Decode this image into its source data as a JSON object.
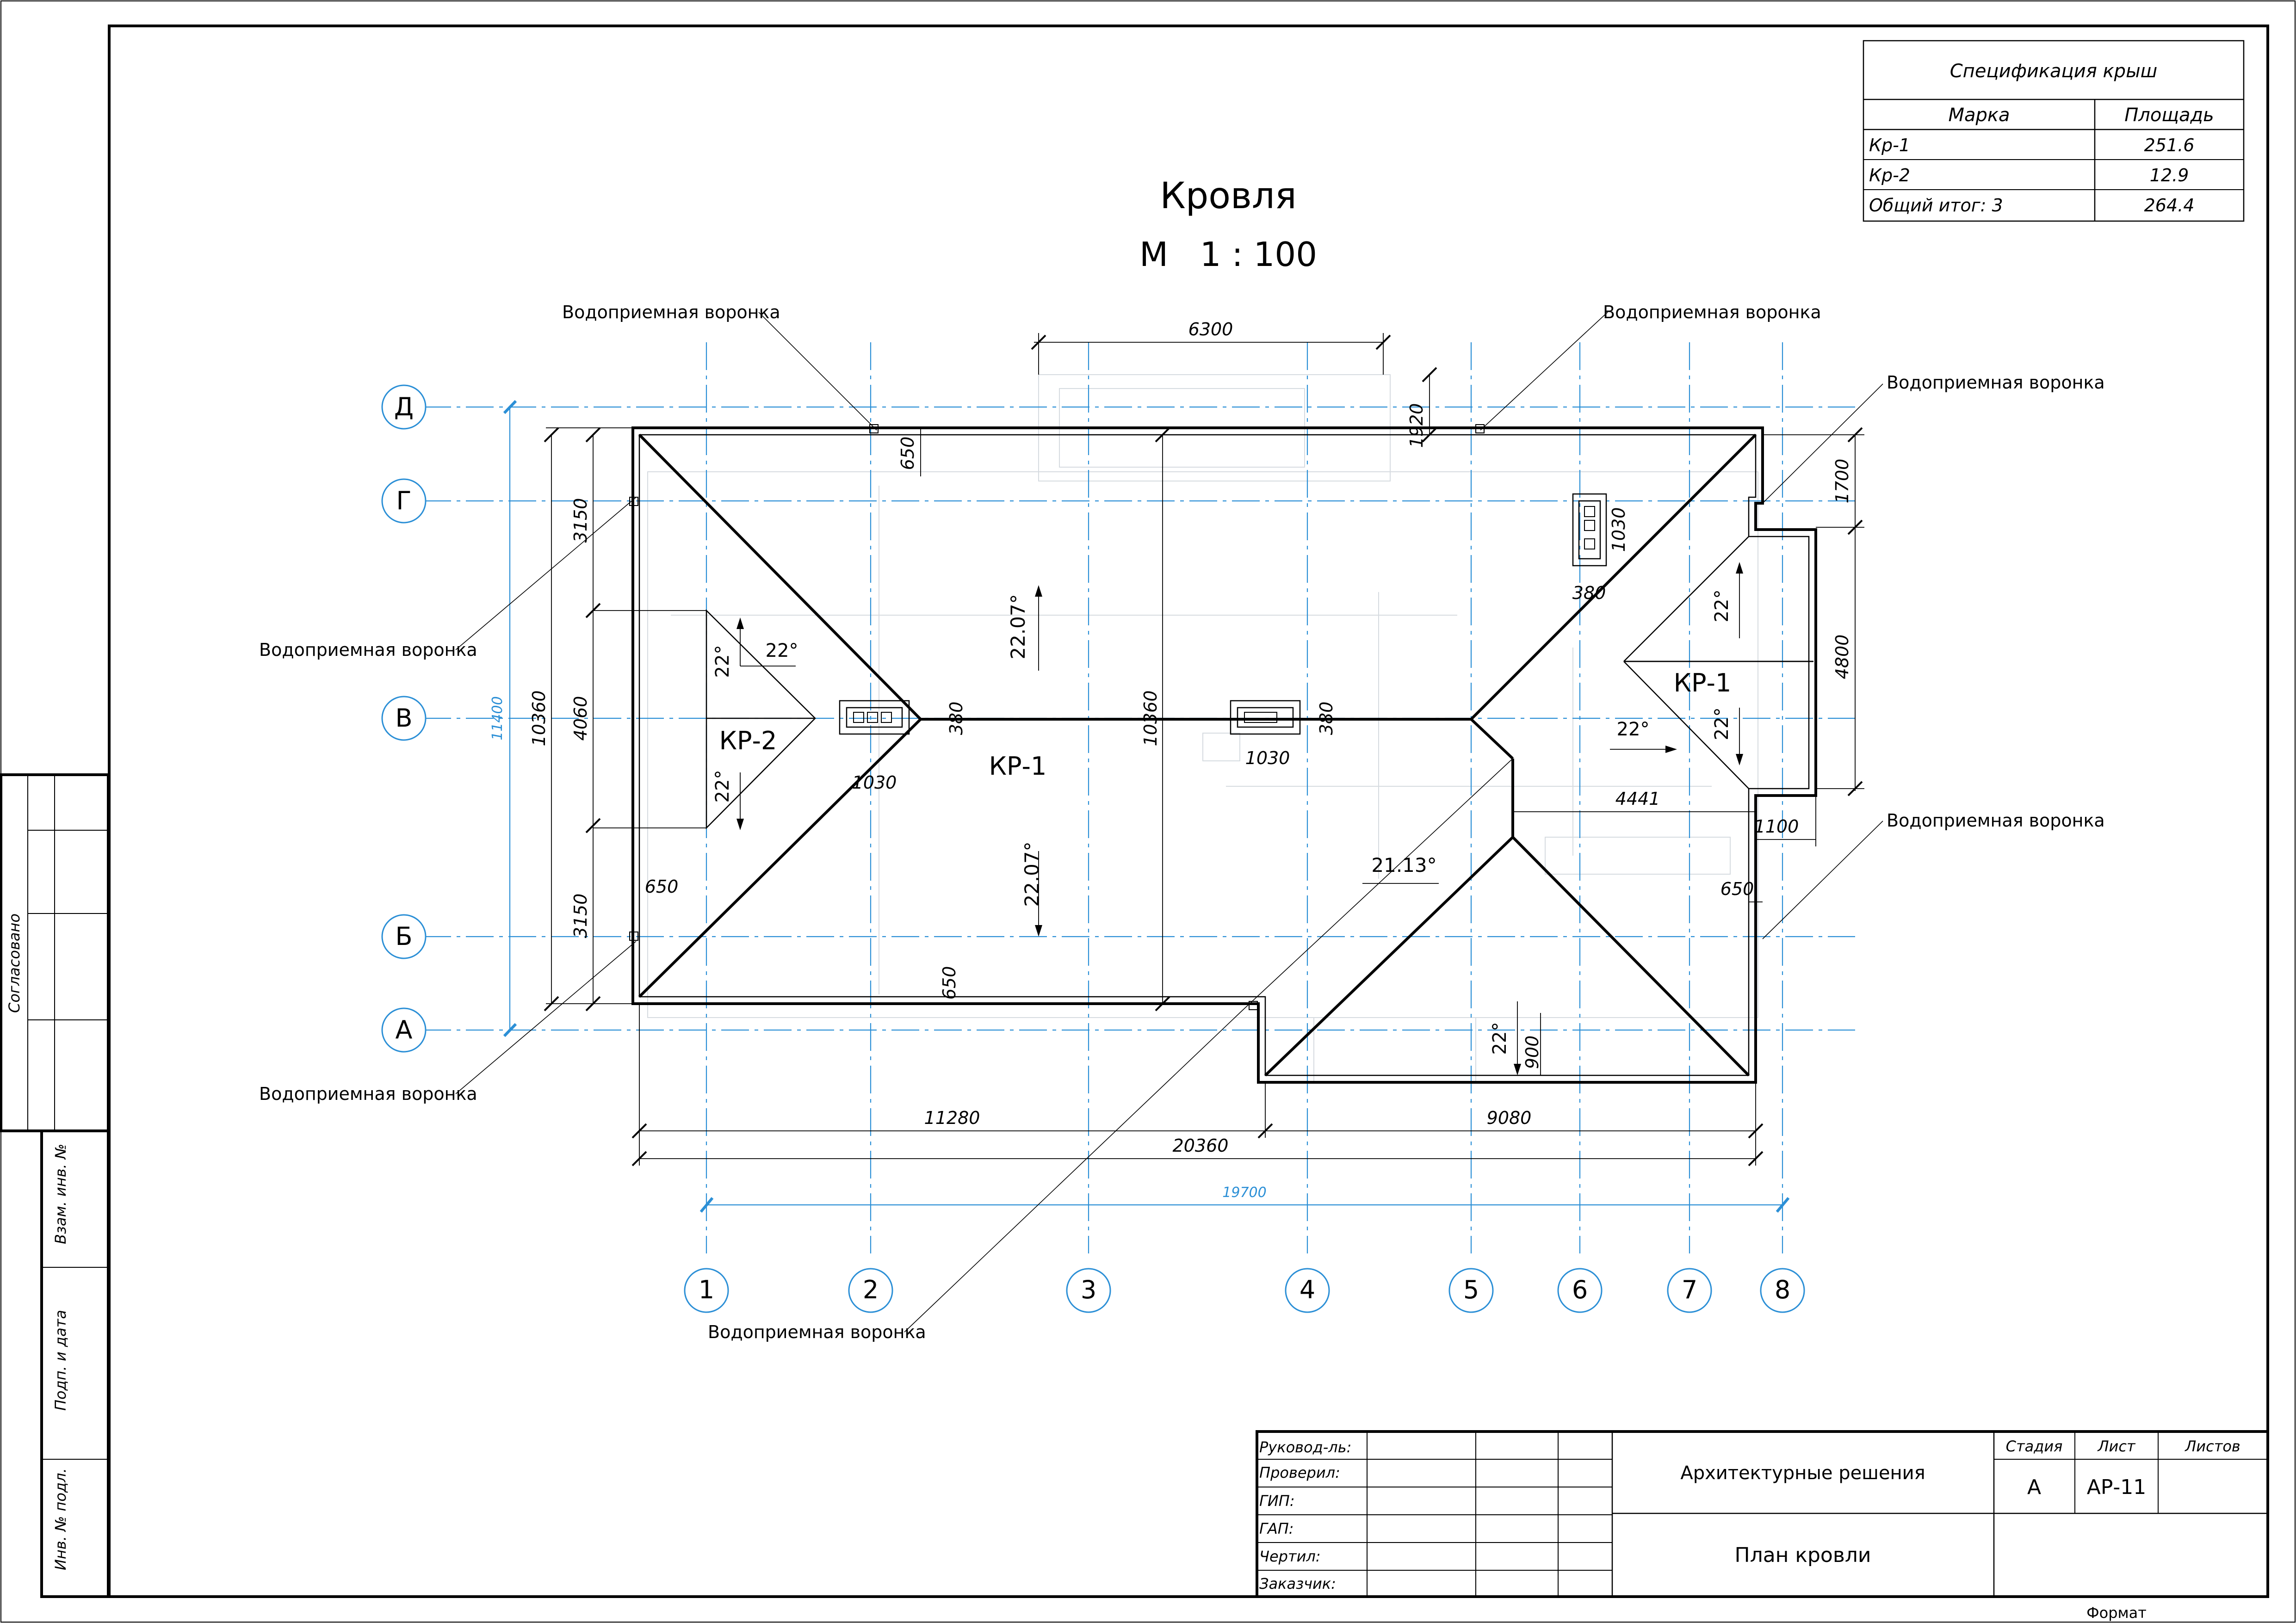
{
  "title": {
    "main": "Кровля",
    "scale": "М   1 : 100"
  },
  "spec_table": {
    "title": "Спецификация крыш",
    "headers": [
      "Марка",
      "Площадь"
    ],
    "rows": [
      {
        "mark": "Кр-1",
        "area": "251.6"
      },
      {
        "mark": "Кр-2",
        "area": "12.9"
      },
      {
        "mark": "Общий итог: 3",
        "area": "264.4"
      }
    ]
  },
  "axes": {
    "vertical": [
      "1",
      "2",
      "3",
      "4",
      "5",
      "6",
      "7",
      "8"
    ],
    "horizontal": [
      "Д",
      "Г",
      "В",
      "Б",
      "А"
    ],
    "overall_h": "19700",
    "overall_v": "11400"
  },
  "dimensions": {
    "top_6300": "6300",
    "d_1920": "1920",
    "d_650_top": "650",
    "d_1700": "1700",
    "d_4800": "4800",
    "d_1100": "1100",
    "d_650_right": "650",
    "d_1030_r": "1030",
    "d_380_r": "380",
    "d_380_mid1": "380",
    "d_380_mid2": "380",
    "d_1030_left": "1030",
    "d_1030_mid": "1030",
    "d_4441": "4441",
    "d_900": "900",
    "d_650_bottom": "650",
    "d_650_left": "650",
    "d_3150_top": "3150",
    "d_4060": "4060",
    "d_3150_bot": "3150",
    "d_10360_left": "10360",
    "d_10360_mid": "10360",
    "d_11280": "11280",
    "d_9080": "9080",
    "d_20360": "20360"
  },
  "roof_labels": {
    "kr1_main": "КР-1",
    "kr1_right": "КР-1",
    "kr2": "КР-2"
  },
  "slopes": {
    "s_left_top": "22°",
    "s_left_top_v": "22°",
    "s_left_bot_v": "22°",
    "s_main_top": "22.07°",
    "s_main_bot": "22.07°",
    "s_right_v1": "22°",
    "s_right_h": "22°",
    "s_right_v2": "22°",
    "s_hip": "21.13°",
    "s_bottom_v": "22°"
  },
  "callouts": {
    "label": "Водоприемная воронка"
  },
  "side_stamp": {
    "agreed": "Согласовано",
    "inv_repl": "Взам. инв. №",
    "sign_date": "Подп. и дата",
    "inv_orig": "Инв. № подл."
  },
  "title_block": {
    "roles": [
      "Руковод-ль:",
      "Проверил:",
      "ГИП:",
      "ГАП:",
      "Чертил:",
      "Заказчик:"
    ],
    "project": "Архитектурные решения",
    "sheet_name": "План кровли",
    "stage_label": "Стадия",
    "sheet_label": "Лист",
    "sheets_label": "Листов",
    "stage": "А",
    "sheet": "АР-11",
    "format_label": "Формат"
  }
}
